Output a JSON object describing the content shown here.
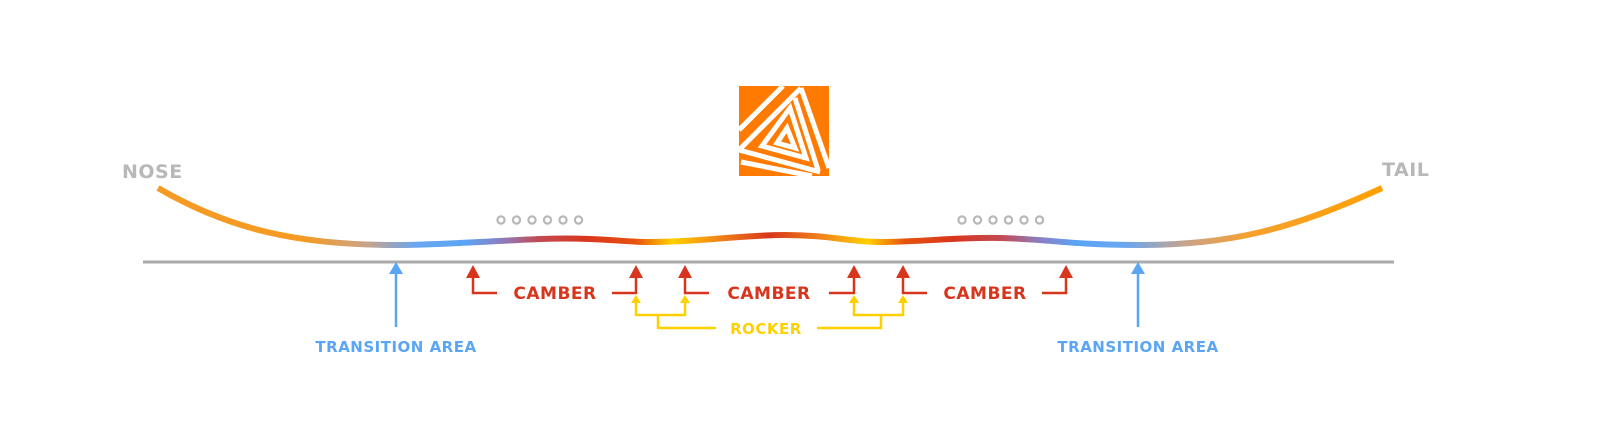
{
  "labels": {
    "nose": "NOSE",
    "tail": "TAIL",
    "camber": "CAMBER",
    "rocker": "ROCKER",
    "transition_left": "TRANSITION AREA",
    "transition_right": "TRANSITION AREA"
  },
  "colors": {
    "logo": "#ff7a00",
    "ground": "#aaaaaa",
    "label_gray": "#b8b8b8",
    "camber": "#d8361c",
    "rocker": "#ffd000",
    "transition": "#5aa5f5",
    "profile_orange": "#f59a22",
    "profile_tail": "#ffa000"
  },
  "insert_groups": [
    {
      "name": "front-inserts",
      "count": 6
    },
    {
      "name": "rear-inserts",
      "count": 6
    }
  ],
  "icons": {
    "logo": "brand-logo-icon"
  }
}
